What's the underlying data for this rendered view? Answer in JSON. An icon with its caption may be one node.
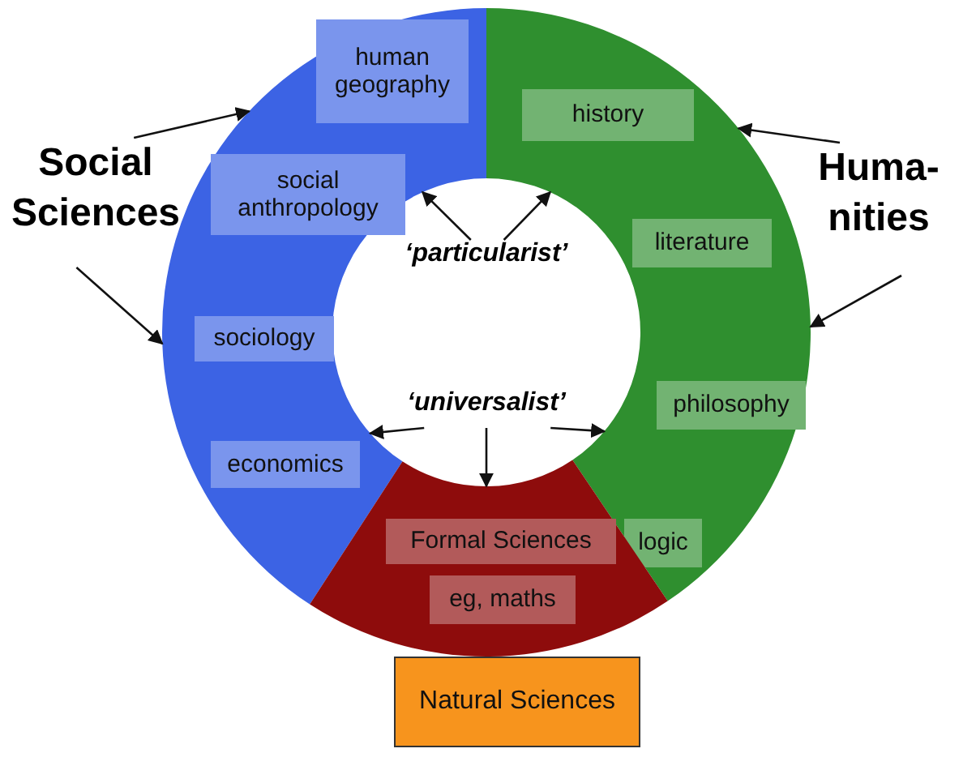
{
  "diagram": {
    "nodes": [
      {
        "text": [
          "Social Sciences"
        ]
      },
      {
        "text": [
          "Huma- nities"
        ]
      },
      {
        "text": [],
        "shape": "band"
      },
      {
        "text": [
          "human geography"
        ],
        "in": 2
      },
      {
        "text": [
          "social anthropology"
        ],
        "in": 2
      },
      {
        "text": [
          "sociology"
        ],
        "in": 2
      },
      {
        "text": [
          "economics"
        ],
        "in": 2
      },
      {
        "text": [],
        "shape": "band"
      },
      {
        "text": [
          "history"
        ],
        "in": 7
      },
      {
        "text": [
          "literature"
        ],
        "in": 7
      },
      {
        "text": [
          "philosophy"
        ],
        "in": 7
      },
      {
        "text": [
          "logic"
        ],
        "in": 7
      },
      {
        "text": [],
        "shape": "band"
      },
      {
        "text": [
          "Formal Sciences"
        ],
        "in": 12
      },
      {
        "text": [
          "eg, maths"
        ],
        "in": 12
      },
      {
        "text": [
          "Natural Sciences"
        ]
      },
      {
        "text": [
          "‘particularist’"
        ]
      },
      {
        "text": [
          "‘universalist’"
        ]
      }
    ],
    "edges": [
      {
        "from": 0,
        "to": 2,
        "arrow": "to"
      },
      {
        "from": 0,
        "to": 2,
        "arrow": "to"
      },
      {
        "from": 1,
        "to": 7,
        "arrow": "to"
      },
      {
        "from": 1,
        "to": 7,
        "arrow": "to"
      },
      {
        "from": 16,
        "to": 2,
        "arrow": "to"
      },
      {
        "from": 16,
        "to": 7,
        "arrow": "to"
      },
      {
        "from": 17,
        "to": 2,
        "arrow": "to"
      },
      {
        "from": 17,
        "to": 12,
        "arrow": "to"
      },
      {
        "from": 17,
        "to": 7,
        "arrow": "to"
      }
    ]
  }
}
